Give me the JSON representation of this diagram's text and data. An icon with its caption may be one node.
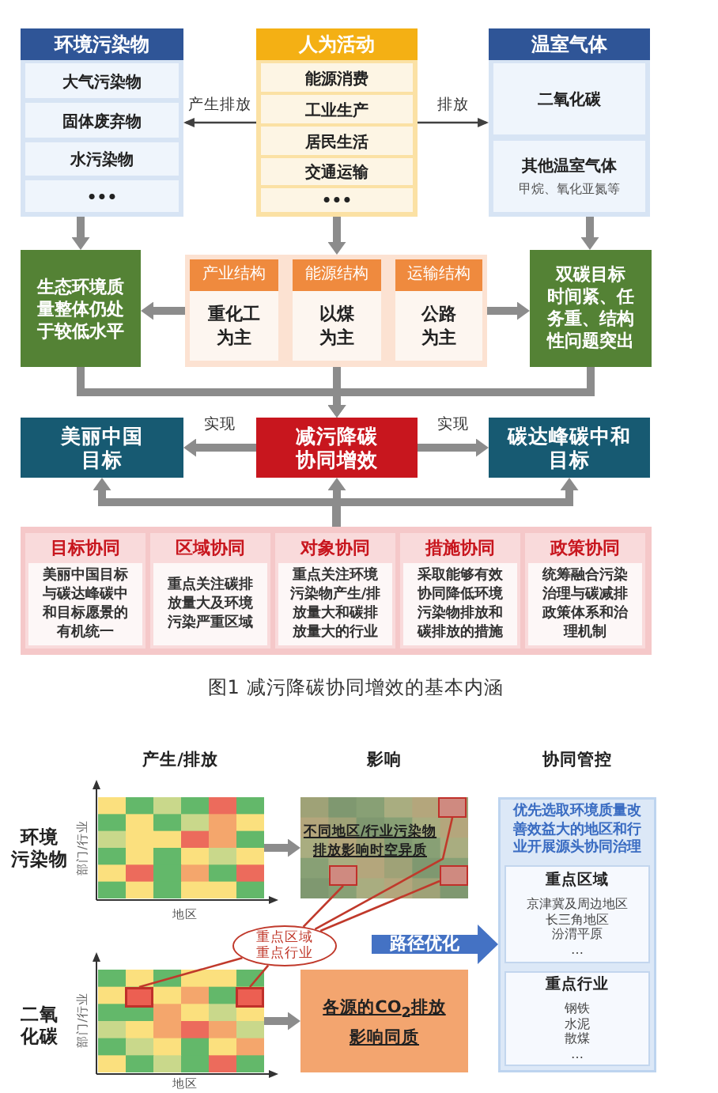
{
  "diagram": {
    "caption": "图1 减污降碳协同增效的基本内涵",
    "nodes": [
      {
        "text": [
          "环境污染物"
        ]
      },
      {
        "text": [
          "大气污染物"
        ],
        "in": 0
      },
      {
        "text": [
          "固体废弃物"
        ],
        "in": 0
      },
      {
        "text": [
          "水污染物"
        ],
        "in": 0
      },
      {
        "text": [
          "•••"
        ],
        "in": 0
      },
      {
        "text": [
          "人为活动"
        ]
      },
      {
        "text": [
          "能源消费"
        ],
        "in": 5
      },
      {
        "text": [
          "工业生产"
        ],
        "in": 5
      },
      {
        "text": [
          "居民生活"
        ],
        "in": 5
      },
      {
        "text": [
          "交通运输"
        ],
        "in": 5
      },
      {
        "text": [
          "•••"
        ],
        "in": 5
      },
      {
        "text": [
          "温室气体"
        ]
      },
      {
        "text": [
          "二氧化碳"
        ],
        "in": 11
      },
      {
        "text": [
          "其他温室气体",
          "甲烷、氧化亚氮等"
        ],
        "in": 11
      },
      {
        "text": [
          "生态环境质量整体仍处于较低水平"
        ]
      },
      {
        "text": [],
        "shape": "box"
      },
      {
        "text": [
          "产业结构",
          "重化工为主"
        ],
        "in": 15
      },
      {
        "text": [
          "能源结构",
          "以煤为主"
        ],
        "in": 15
      },
      {
        "text": [
          "运输结构",
          "公路为主"
        ],
        "in": 15
      },
      {
        "text": [
          "双碳目标",
          "时间紧、任务重、结构性问题突出"
        ]
      },
      {
        "text": [
          "美丽中国目标"
        ]
      },
      {
        "text": [
          "减污降碳协同增效"
        ]
      },
      {
        "text": [
          "碳达峰碳中和目标"
        ]
      },
      {
        "text": [],
        "shape": "box"
      },
      {
        "text": [
          "目标协同",
          "美丽中国目标与碳达峰碳中和目标愿景的有机统一"
        ],
        "in": 23
      },
      {
        "text": [
          "区域协同",
          "重点关注碳排放量大及环境污染严重区域"
        ],
        "in": 23
      },
      {
        "text": [
          "对象协同",
          "重点关注环境污染物产生/排放量大和碳排放量大的行业"
        ],
        "in": 23
      },
      {
        "text": [
          "措施协同",
          "采取能够有效协同降低环境污染物排放和碳排放的措施"
        ],
        "in": 23
      },
      {
        "text": [
          "政策协同",
          "统筹融合污染治理与碳减排政策体系和治理机制"
        ],
        "in": 23
      },
      {
        "text": [],
        "shape": "grid",
        "beside": [
          "部门/行业",
          "地区"
        ]
      },
      {
        "text": [
          "不同地区/行业污染物排放影响时空异质"
        ]
      },
      {
        "text": [],
        "shape": "box",
        "in": 30
      },
      {
        "text": [],
        "shape": "box",
        "in": 30
      },
      {
        "text": [],
        "shape": "box",
        "in": 30
      },
      {
        "text": [
          "优先选取环境质量改善效益大的地区和行业开展源头协同治理"
        ]
      },
      {
        "text": [
          "重点区域",
          "京津冀及周边地区",
          "长三角地区",
          "汾渭平原",
          "…"
        ],
        "in": 34
      },
      {
        "text": [
          "重点行业",
          "钢铁",
          "水泥",
          "散煤",
          "…"
        ],
        "in": 34
      },
      {
        "text": [
          "重点区域",
          "重点行业"
        ]
      },
      {
        "text": [],
        "shape": "grid",
        "beside": [
          "部门/行业",
          "地区"
        ]
      },
      {
        "text": [],
        "shape": "box",
        "in": 38
      },
      {
        "text": [],
        "shape": "box",
        "in": 38
      },
      {
        "text": [
          "各源的CO$_{2}$排放影响同质"
        ]
      }
    ],
    "edges": [
      {
        "from": 5,
        "to": 0,
        "arrow": "to",
        "label": "产生排放",
        "color": "#404040"
      },
      {
        "from": 5,
        "to": 11,
        "arrow": "to",
        "label": "排放",
        "color": "#404040"
      },
      {
        "from": 0,
        "to": 14,
        "arrow": "to"
      },
      {
        "from": 5,
        "to": 15,
        "arrow": "to"
      },
      {
        "from": 11,
        "to": 19,
        "arrow": "to"
      },
      {
        "from": 15,
        "to": 14,
        "arrow": "to"
      },
      {
        "from": 15,
        "to": 19,
        "arrow": "to"
      },
      {
        "from": 14,
        "to": 21,
        "arrow": "to"
      },
      {
        "from": 15,
        "to": 21,
        "arrow": "to"
      },
      {
        "from": 19,
        "to": 21,
        "arrow": "to"
      },
      {
        "from": 21,
        "to": 20,
        "arrow": "to",
        "label": "实现"
      },
      {
        "from": 21,
        "to": 22,
        "arrow": "to",
        "label": "实现"
      },
      {
        "from": 23,
        "to": 20,
        "arrow": "to"
      },
      {
        "from": 23,
        "to": 21,
        "arrow": "to"
      },
      {
        "from": 23,
        "to": 22,
        "arrow": "to"
      },
      {
        "from": 29,
        "to": 30,
        "arrow": "to"
      },
      {
        "from": 38,
        "to": 41,
        "arrow": "to"
      },
      {
        "from": 37,
        "to": 31,
        "arrow": "none",
        "color": "#c0392b"
      },
      {
        "from": 37,
        "to": 32,
        "arrow": "none",
        "color": "#c0392b"
      },
      {
        "from": 37,
        "to": 33,
        "arrow": "none",
        "color": "#c0392b"
      },
      {
        "from": 37,
        "to": 39,
        "arrow": "none",
        "color": "#c0392b"
      },
      {
        "from": 37,
        "to": 40,
        "arrow": "none",
        "color": "#c0392b"
      },
      {
        "from": null,
        "to": 34,
        "arrow": "to",
        "label": "路径优化",
        "style": "thick",
        "color": "#4472c4"
      }
    ],
    "labels": [
      "产生/排放",
      "影响",
      "协同管控",
      "环境污染物",
      "二氧化碳"
    ]
  }
}
